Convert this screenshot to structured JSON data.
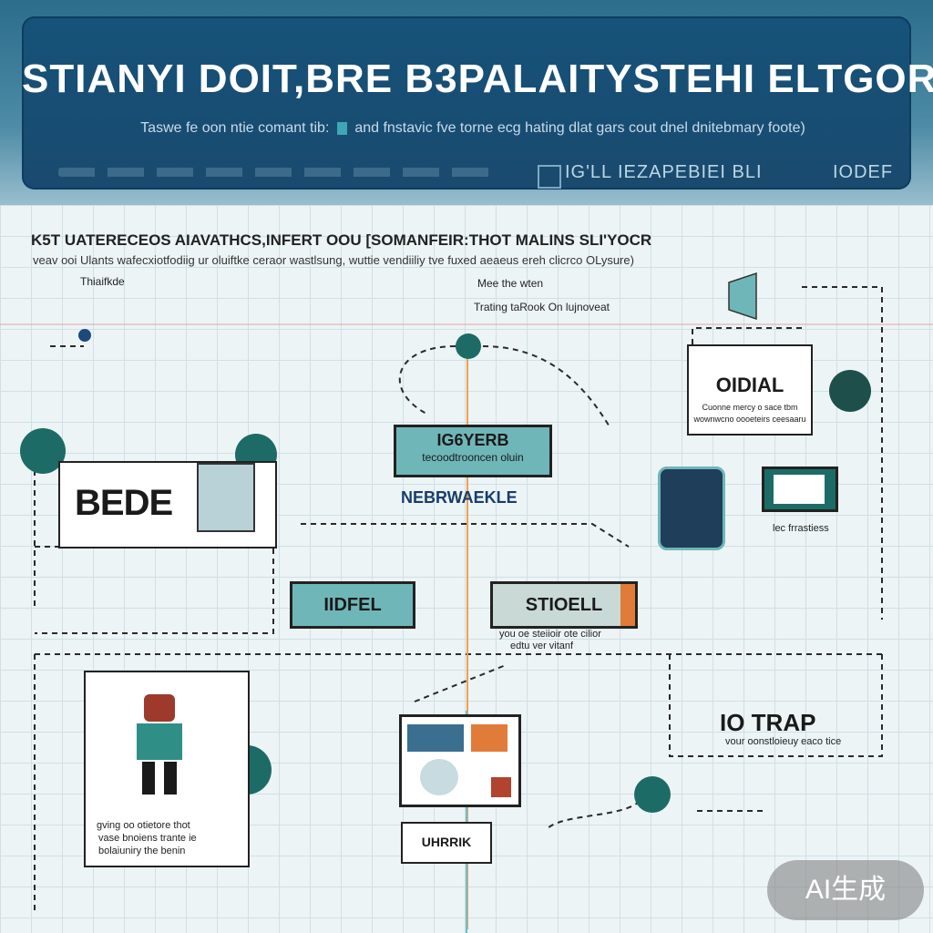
{
  "header": {
    "title": "STIANYI DOIT,BRE B3PALAITYSTEHI ELTGOR.",
    "subtitle_left": "Taswe fe oon ntie comant tib:",
    "subtitle_right": "and fnstavic fve torne ecg  hating dlat gars cout dnel dnitebmary  foote)",
    "footer_left": "IG'LL IEZAPEBIEI BLI",
    "footer_right": "IODEF"
  },
  "body": {
    "heading": "K5T UATERECEOS AIAVATHCS,INFERT OOU  [SOMANFEIR:THOT MALINS SLI'YOCR",
    "subheading": "veav ooi Ulants wafecxiotfodiig ur oluiftke ceraor wastlsung,  wuttie vendiiliy tve fuxed aeaeus ereh clicrco OLysure)",
    "note_left": "Thiaifkde",
    "note_center_1": "Mee the wten",
    "note_center_2": "Trating taRook On lujnoveat"
  },
  "nodes": {
    "odial": {
      "title": "OIDIAL",
      "desc_1": "Cuonne mercy o sace tbm",
      "desc_2": "wownwcno oooeteirs ceesaaru"
    },
    "gyerb": {
      "title": "IG6YERB",
      "desc": "tecoodtrooncen oluin"
    },
    "nebr": {
      "title": "NEBRWAEKLE"
    },
    "bede": {
      "title": "BEDE"
    },
    "ind": {
      "title": "IIDFEL"
    },
    "stioell": {
      "title": "STIOELL",
      "desc_1": "you oe steiioir ote cilior",
      "desc_2": "edtu ver vitanf"
    },
    "right_rect": {
      "caption": "lec frrastiess"
    },
    "otrap": {
      "title": "IO TRAP",
      "desc": "vour oonstloieuy eaco tice"
    },
    "figure_box": {
      "desc_1": "gving oo otietore thot",
      "desc_2": "vase bnoiens trante ie",
      "desc_3": "bolaiuniry the benin"
    },
    "uhrrik": {
      "title": "UHRRIK"
    }
  },
  "watermark": "AI生成",
  "colors": {
    "header_bg": "#1a4a6e",
    "accent_teal": "#1d6b66",
    "accent_orange": "#e07b39",
    "node_fill": "#6fb6b8"
  }
}
